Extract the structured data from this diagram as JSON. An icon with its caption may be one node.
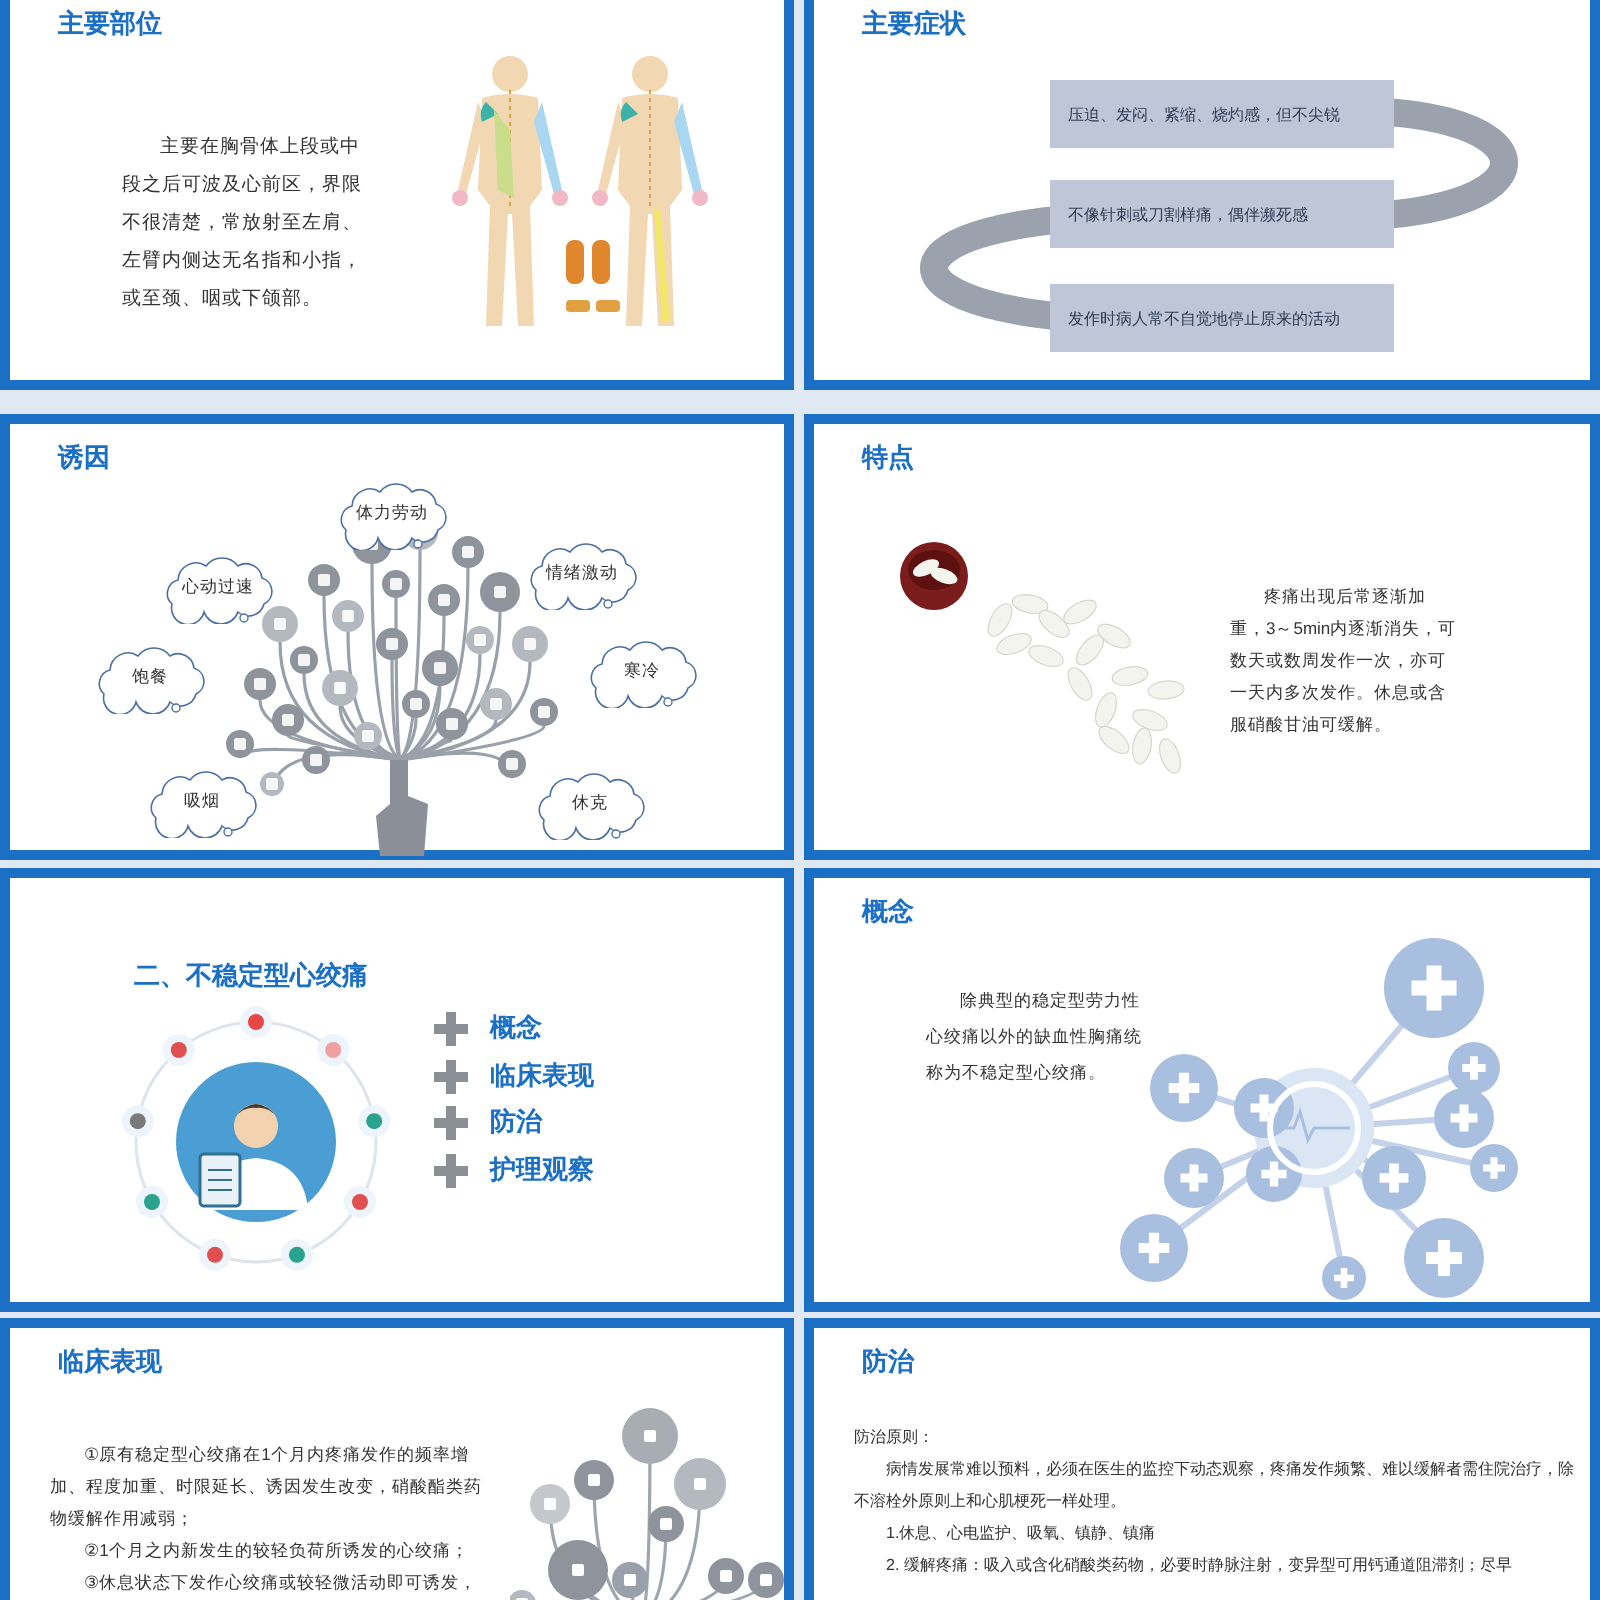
{
  "diagram": {
    "nodes": [
      {
        "text": [
          "主要部位",
          "主要在胸骨体上段或中段之后可波及心前区，界限不很清楚，常放射至左肩、左臂内侧达无名指和小指，或至颈、咽或下颌部。"
        ]
      },
      {
        "text": [
          "主要症状"
        ]
      },
      {
        "text": [
          "压迫、发闷、紧缩、烧灼感，但不尖锐"
        ],
        "in": 1
      },
      {
        "text": [
          "不像针刺或刀割样痛，偶伴濒死感"
        ],
        "in": 1
      },
      {
        "text": [
          "发作时病人常不自觉地停止原来的活动"
        ],
        "in": 1
      },
      {
        "text": [
          "诱因"
        ]
      },
      {
        "text": [
          "体力劳动"
        ],
        "in": 5
      },
      {
        "text": [
          "心动过速"
        ],
        "in": 5
      },
      {
        "text": [
          "情绪激动"
        ],
        "in": 5
      },
      {
        "text": [
          "饱餐"
        ],
        "in": 5
      },
      {
        "text": [
          "寒冷"
        ],
        "in": 5
      },
      {
        "text": [
          "吸烟"
        ],
        "in": 5
      },
      {
        "text": [
          "休克"
        ],
        "in": 5
      },
      {
        "text": [
          "特点",
          "疼痛出现后常逐渐加重，3～5min内逐渐消失，可数天或数周发作一次，亦可一天内多次发作。休息或含服硝酸甘油可缓解。"
        ]
      },
      {
        "text": [
          "二、不稳定型心绞痛",
          "概念",
          "临床表现",
          "防治",
          "护理观察"
        ]
      },
      {
        "text": [
          "概念",
          "除典型的稳定型劳力性心绞痛以外的缺血性胸痛统称为不稳定型心绞痛。"
        ]
      },
      {
        "text": [
          "临床表现",
          "①原有稳定型心绞痛在1个月内疼痛发作的频率增加、程度加重、时限延长、诱因发生改变，硝酸酯类药物缓解作用减弱；",
          "②1个月之内新发生的较轻负荷所诱发的心绞痛；",
          "③休息状态下发作心绞痛或较轻微活动即可诱发，发"
        ]
      },
      {
        "text": [
          "防治",
          "防治原则：",
          "病情发展常难以预料，必须在医生的监控下动态观察，疼痛发作频繁、难以缓解者需住院治疗，除不溶栓外原则上和心肌梗死一样处理。",
          "1.休息、心电监护、吸氧、镇静、镇痛",
          "2. 缓解疼痛：吸入或含化硝酸类药物，必要时静脉注射，变异型可用钙通道阻滞剂；尽早"
        ]
      }
    ]
  }
}
